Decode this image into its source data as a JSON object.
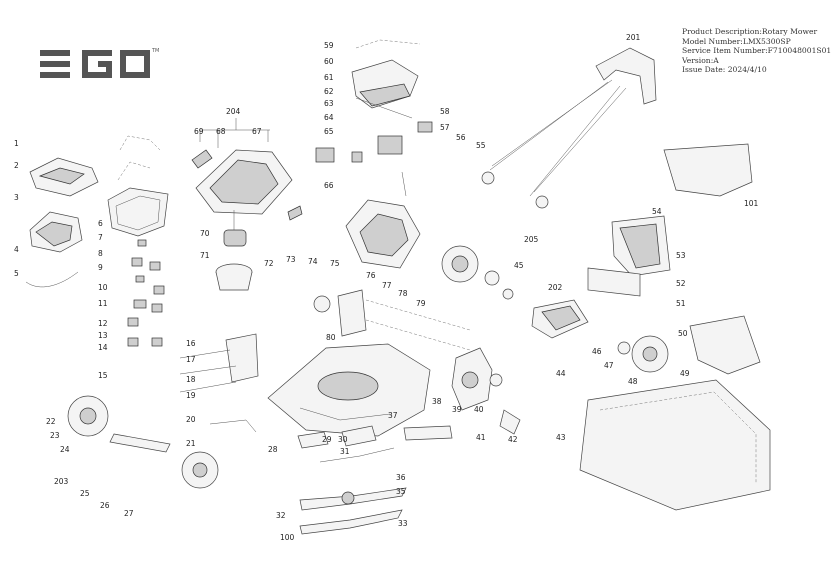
{
  "brand": {
    "logo_text": "EGO"
  },
  "info": {
    "description": "Product Description:Rotary Mower",
    "model": "Model Number:LMX5300SP",
    "service_item": "Service Item Number:F710048001S01",
    "version": "Version:A",
    "issue_date": "Issue Date: 2024/4/10"
  },
  "callouts": [
    {
      "label": "1"
    },
    {
      "label": "2"
    },
    {
      "label": "3"
    },
    {
      "label": "4"
    },
    {
      "label": "5"
    },
    {
      "label": "6"
    },
    {
      "label": "7"
    },
    {
      "label": "8"
    },
    {
      "label": "9"
    },
    {
      "label": "10"
    },
    {
      "label": "11"
    },
    {
      "label": "12"
    },
    {
      "label": "13"
    },
    {
      "label": "14"
    },
    {
      "label": "15"
    },
    {
      "label": "16"
    },
    {
      "label": "17"
    },
    {
      "label": "18"
    },
    {
      "label": "19"
    },
    {
      "label": "20"
    },
    {
      "label": "21"
    },
    {
      "label": "22"
    },
    {
      "label": "23"
    },
    {
      "label": "24"
    },
    {
      "label": "25"
    },
    {
      "label": "26"
    },
    {
      "label": "27"
    },
    {
      "label": "28"
    },
    {
      "label": "29"
    },
    {
      "label": "30"
    },
    {
      "label": "31"
    },
    {
      "label": "32"
    },
    {
      "label": "33"
    },
    {
      "label": "35"
    },
    {
      "label": "36"
    },
    {
      "label": "37"
    },
    {
      "label": "38"
    },
    {
      "label": "39"
    },
    {
      "label": "40"
    },
    {
      "label": "41"
    },
    {
      "label": "42"
    },
    {
      "label": "43"
    },
    {
      "label": "44"
    },
    {
      "label": "45"
    },
    {
      "label": "46"
    },
    {
      "label": "47"
    },
    {
      "label": "48"
    },
    {
      "label": "49"
    },
    {
      "label": "50"
    },
    {
      "label": "51"
    },
    {
      "label": "52"
    },
    {
      "label": "53"
    },
    {
      "label": "54"
    },
    {
      "label": "55"
    },
    {
      "label": "56"
    },
    {
      "label": "57"
    },
    {
      "label": "58"
    },
    {
      "label": "59"
    },
    {
      "label": "60"
    },
    {
      "label": "61"
    },
    {
      "label": "62"
    },
    {
      "label": "63"
    },
    {
      "label": "64"
    },
    {
      "label": "65"
    },
    {
      "label": "66"
    },
    {
      "label": "67"
    },
    {
      "label": "68"
    },
    {
      "label": "69"
    },
    {
      "label": "70"
    },
    {
      "label": "71"
    },
    {
      "label": "72"
    },
    {
      "label": "73"
    },
    {
      "label": "74"
    },
    {
      "label": "75"
    },
    {
      "label": "76"
    },
    {
      "label": "77"
    },
    {
      "label": "78"
    },
    {
      "label": "79"
    },
    {
      "label": "80"
    },
    {
      "label": "100"
    },
    {
      "label": "101"
    },
    {
      "label": "201"
    },
    {
      "label": "202"
    },
    {
      "label": "203"
    },
    {
      "label": "204"
    },
    {
      "label": "205"
    }
  ]
}
